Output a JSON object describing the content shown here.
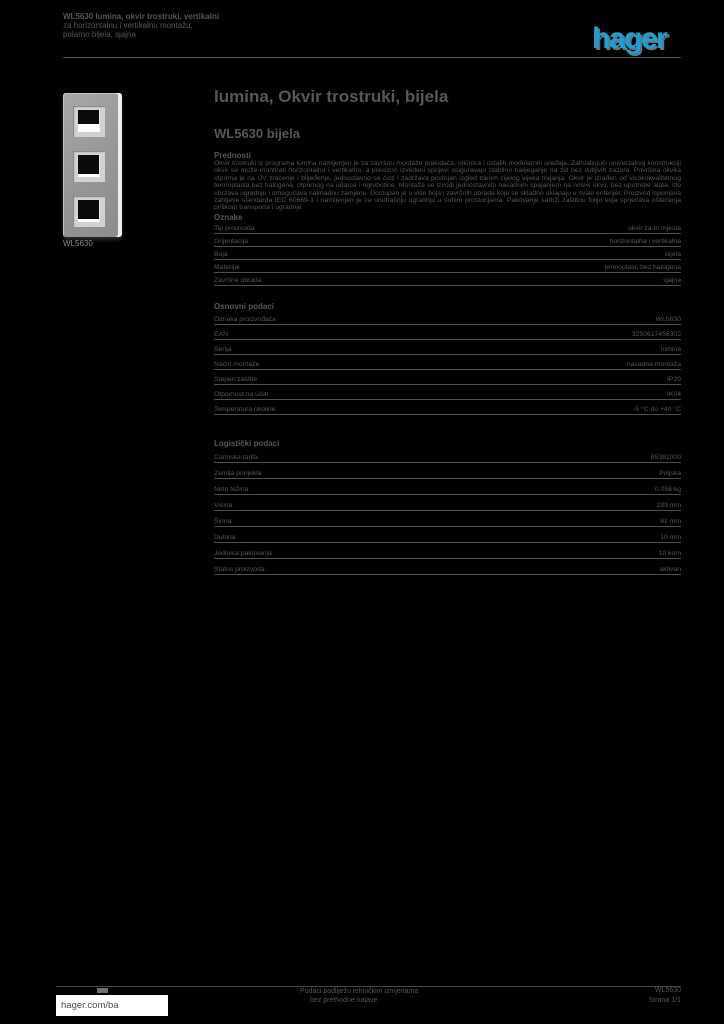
{
  "header": {
    "line1": "WL5630 lumina, okvir trostruki, vertikalni",
    "line2": "za horizontalnu i vertikalnu montažu,",
    "line3": "polarno bijela, sjajna"
  },
  "logo": {
    "text": "hager"
  },
  "product": {
    "caption": "WL5630"
  },
  "main": {
    "title": "lumina, Okvir trostruki, bijela",
    "subtitle": "WL5630 bijela",
    "description_heading": "Prednosti",
    "description": "Okvir trostruki iz programa lumina namijenjen je za završnu montažu prekidača, utičnica i ostalih modularnih uređaja. Zahvaljujući univerzalnoj konstrukciji okvir se može montirati horizontalno i vertikalno, a precizno izvedeni spojevi osiguravaju stabilno nalijeganje na zid bez vidljivih zazora. Površina okvira otporna je na UV zračenje i blijeđenje, jednostavno se čisti i zadržava postojan izgled tokom cijelog vijeka trajanja. Okvir je izrađen od visokokvalitetnog termoplasta bez halogena, otpornog na udarce i ogrebotine. Montaža se izvodi jednostavnim nasadnim spajanjem na nosivi okvir, bez upotrebe alata, što ubrzava ugradnju i omogućava naknadnu zamjenu. Dostupan je u više boja i završnih obrada koje se skladno uklapaju u svaki enterijer. Proizvod ispunjava zahtjeve standarda IEC 60669-1 i namijenjen je za unutrašnju ugradnju u suhim prostorijama. Pakovanje sadrži zaštitnu foliju koja sprječava oštećenja prilikom transporta i ugradnje."
  },
  "sections": [
    {
      "title": "Oznake",
      "rows": [
        {
          "label": "Tip proizvoda",
          "value": "okvir za tri mjesta"
        },
        {
          "label": "Orijentacija",
          "value": "horizontalna i vertikalna"
        },
        {
          "label": "Boja",
          "value": "bijela"
        },
        {
          "label": "Materijal",
          "value": "termoplast, bez halogena"
        },
        {
          "label": "Završna obrada",
          "value": "sjajna"
        }
      ]
    },
    {
      "title": "Osnovni podaci",
      "rows": [
        {
          "label": "Oznaka proizvođača",
          "value": "WL5630"
        },
        {
          "label": "EAN",
          "value": "3250617456302"
        },
        {
          "label": "Serija",
          "value": "lumina"
        },
        {
          "label": "Način montaže",
          "value": "nasadna montaža"
        },
        {
          "label": "Stepen zaštite",
          "value": "IP20"
        },
        {
          "label": "Otpornost na udar",
          "value": "IK04"
        },
        {
          "label": "Temperatura okoline",
          "value": "-5 °C do +40 °C"
        }
      ]
    },
    {
      "title": "Logistički podaci",
      "rows": [
        {
          "label": "Carinska tarifa",
          "value": "85381000"
        },
        {
          "label": "Zemlja porijekla",
          "value": "Poljska"
        },
        {
          "label": "Neto težina",
          "value": "0,058 kg"
        },
        {
          "label": "Visina",
          "value": "233 mm"
        },
        {
          "label": "Širina",
          "value": "81 mm"
        },
        {
          "label": "Dubina",
          "value": "10 mm"
        },
        {
          "label": "Jedinica pakovanja",
          "value": "10 kom"
        },
        {
          "label": "Status proizvoda",
          "value": "aktivan"
        }
      ]
    }
  ],
  "footer": {
    "link": "hager.com/ba",
    "center_line1": "Podaci podliježu tehničkim izmjenama",
    "center_line2": "bez prethodne najave",
    "right_line1": "WL5630",
    "right_line2": "Strana 1/1"
  },
  "colors": {
    "text_gray": "#54565A",
    "accent_blue": "#16A1D9",
    "background": "#000000"
  }
}
